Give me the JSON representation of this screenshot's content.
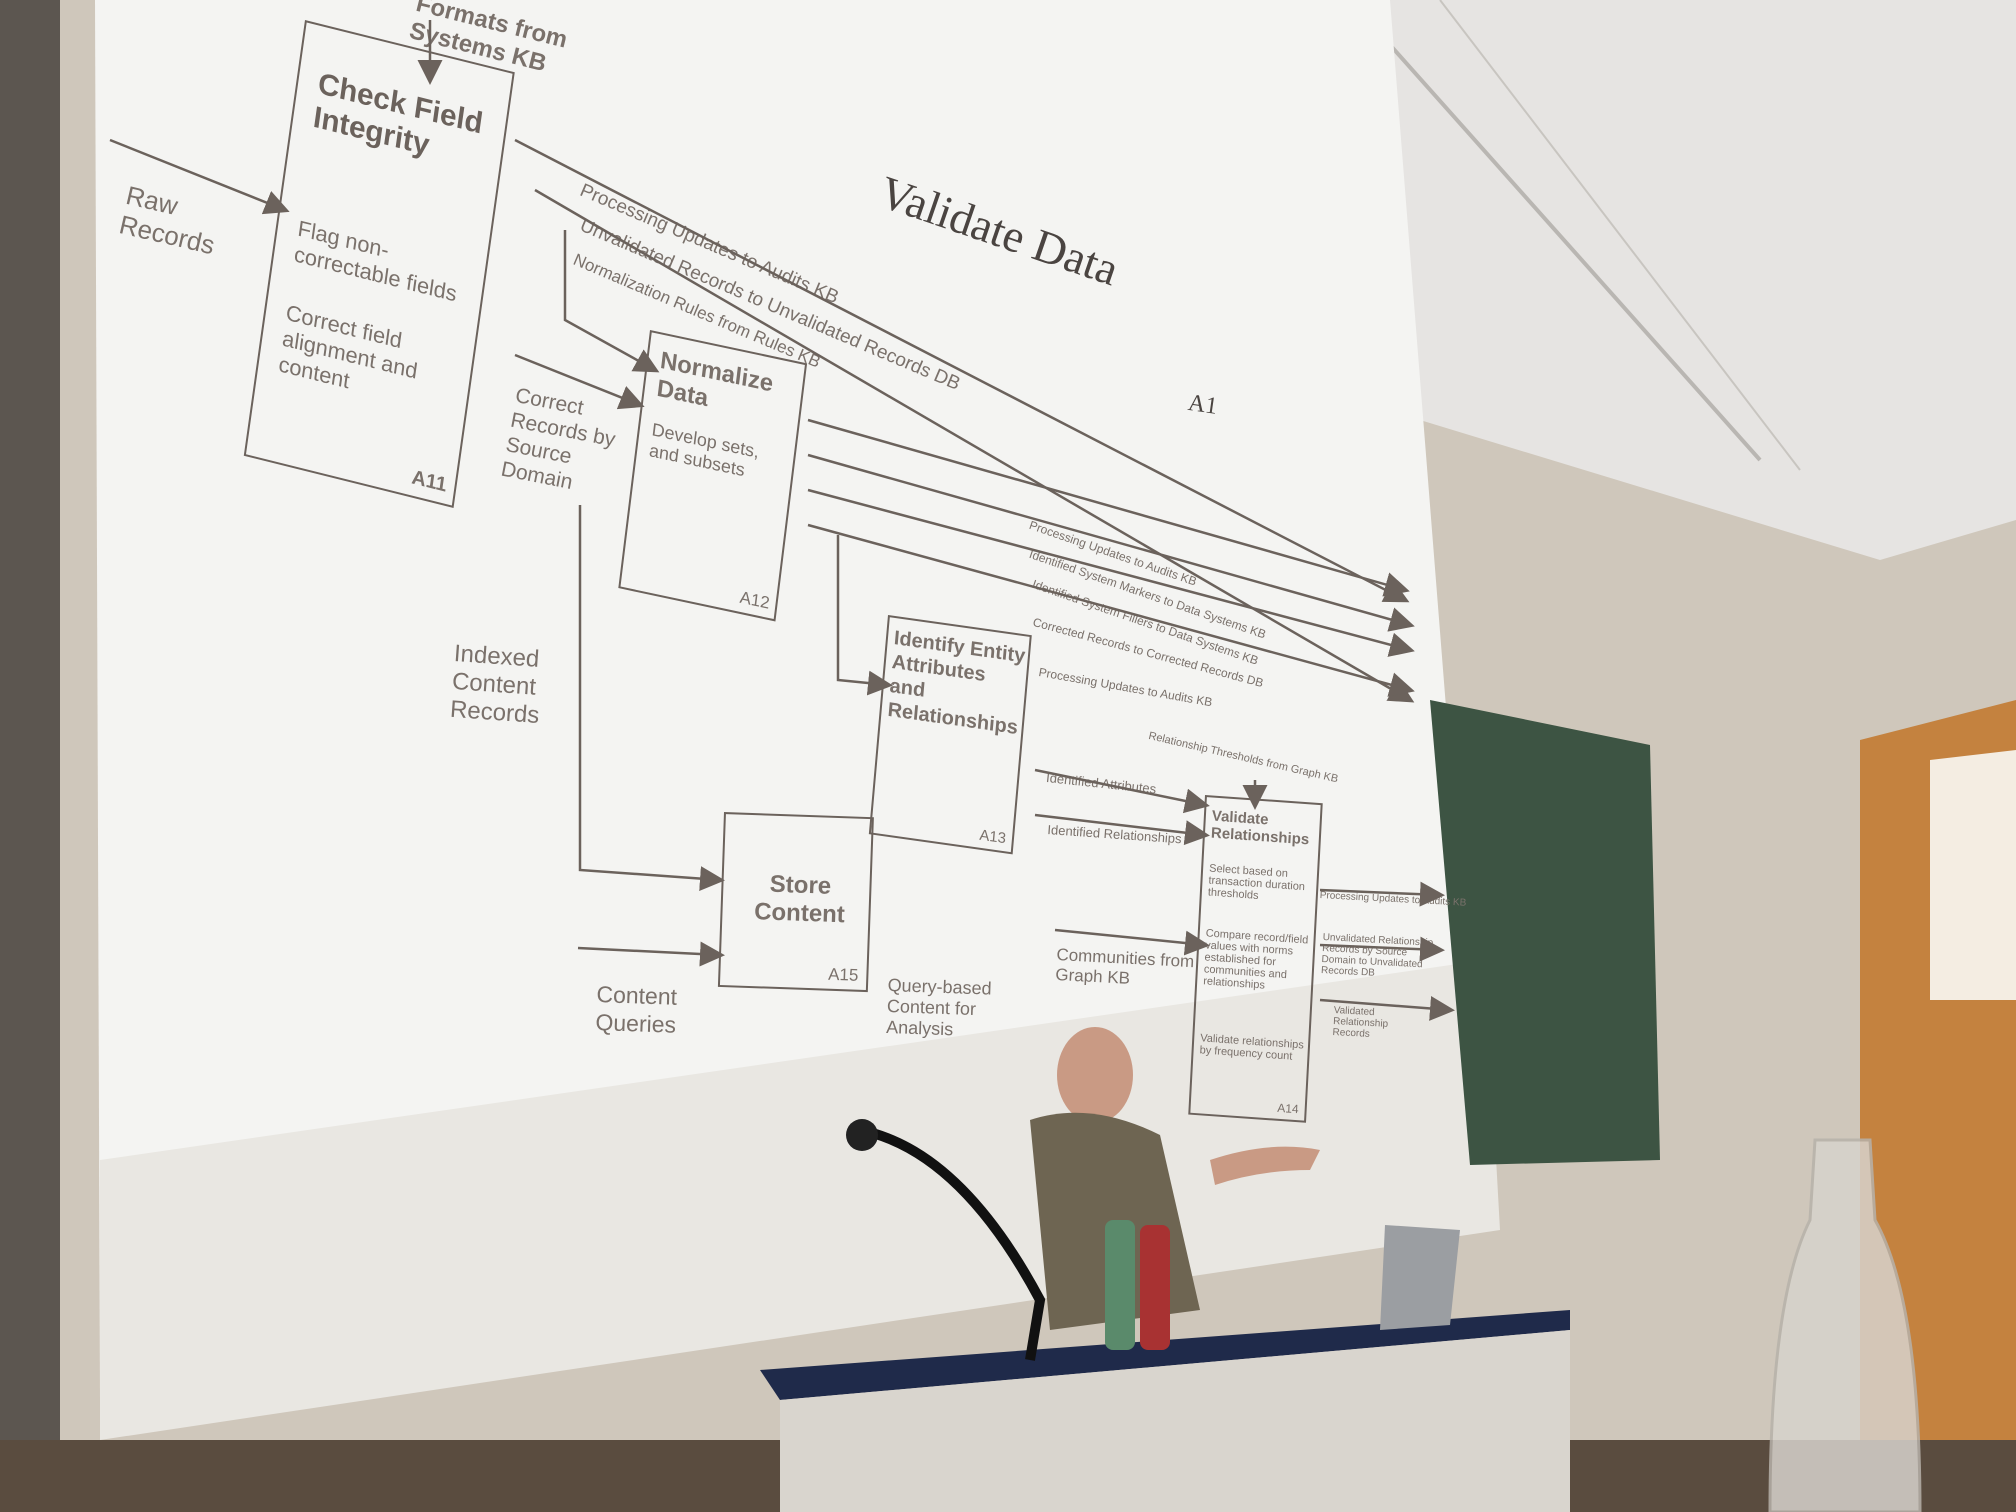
{
  "slide": {
    "title": "Validate Data",
    "diagram_id": "A1",
    "inputs": {
      "formats": "Formats from Systems KB",
      "raw_records": "Raw Records",
      "indexed": "Indexed Content Records",
      "content_queries": "Content Queries",
      "communities": "Communities from Graph KB"
    },
    "boxes": [
      {
        "title": "Check Field Integrity",
        "items": [
          "Flag non-correctable fields",
          "Correct field alignment and content"
        ],
        "id": "A11"
      },
      {
        "title": "Normalize Data",
        "items": [
          "Develop sets, and subsets"
        ],
        "id": "A12"
      },
      {
        "title": "Identify Entity Attributes and Relationships",
        "items": [],
        "id": "A13"
      },
      {
        "title": "Validate Relationships",
        "items": [
          "Select based on transaction duration thresholds",
          "Compare record/field values with norms established for communities and relationships",
          "Validate relationships by frequency count"
        ],
        "id": "A14"
      },
      {
        "title": "Store Content",
        "items": [],
        "id": "A15"
      }
    ],
    "flows_top": [
      "Processing Updates to Audits KB",
      "Unvalidated Records to Unvalidated Records DB",
      "Normalization Rules from Rules KB"
    ],
    "flows_right": [
      "Processing Updates to Audits KB",
      "Identified System Markers to Data Systems KB",
      "Identified System Fillers to Data Systems KB",
      "Corrected Records to Corrected Records DB"
    ],
    "flows_a13": [
      "Processing Updates to Audits KB",
      "Relationship Thresholds from Graph KB",
      "Identified Attributes",
      "Identified Relationships"
    ],
    "flows_a14": [
      "Processing Updates to Audits KB",
      "Unvalidated Relationship Records by Source Domain to Unvalidated Records DB",
      "Validated Relationship Records"
    ],
    "correct_records": "Correct Records by Source Domain",
    "query_output": "Query-based Content for Analysis"
  },
  "colors": {
    "screen": "#f4f4f2",
    "ink": "#6b625c",
    "wall": "#d6cfc5",
    "chalkboard": "#3d5443",
    "desk": "#1f2a4a"
  }
}
